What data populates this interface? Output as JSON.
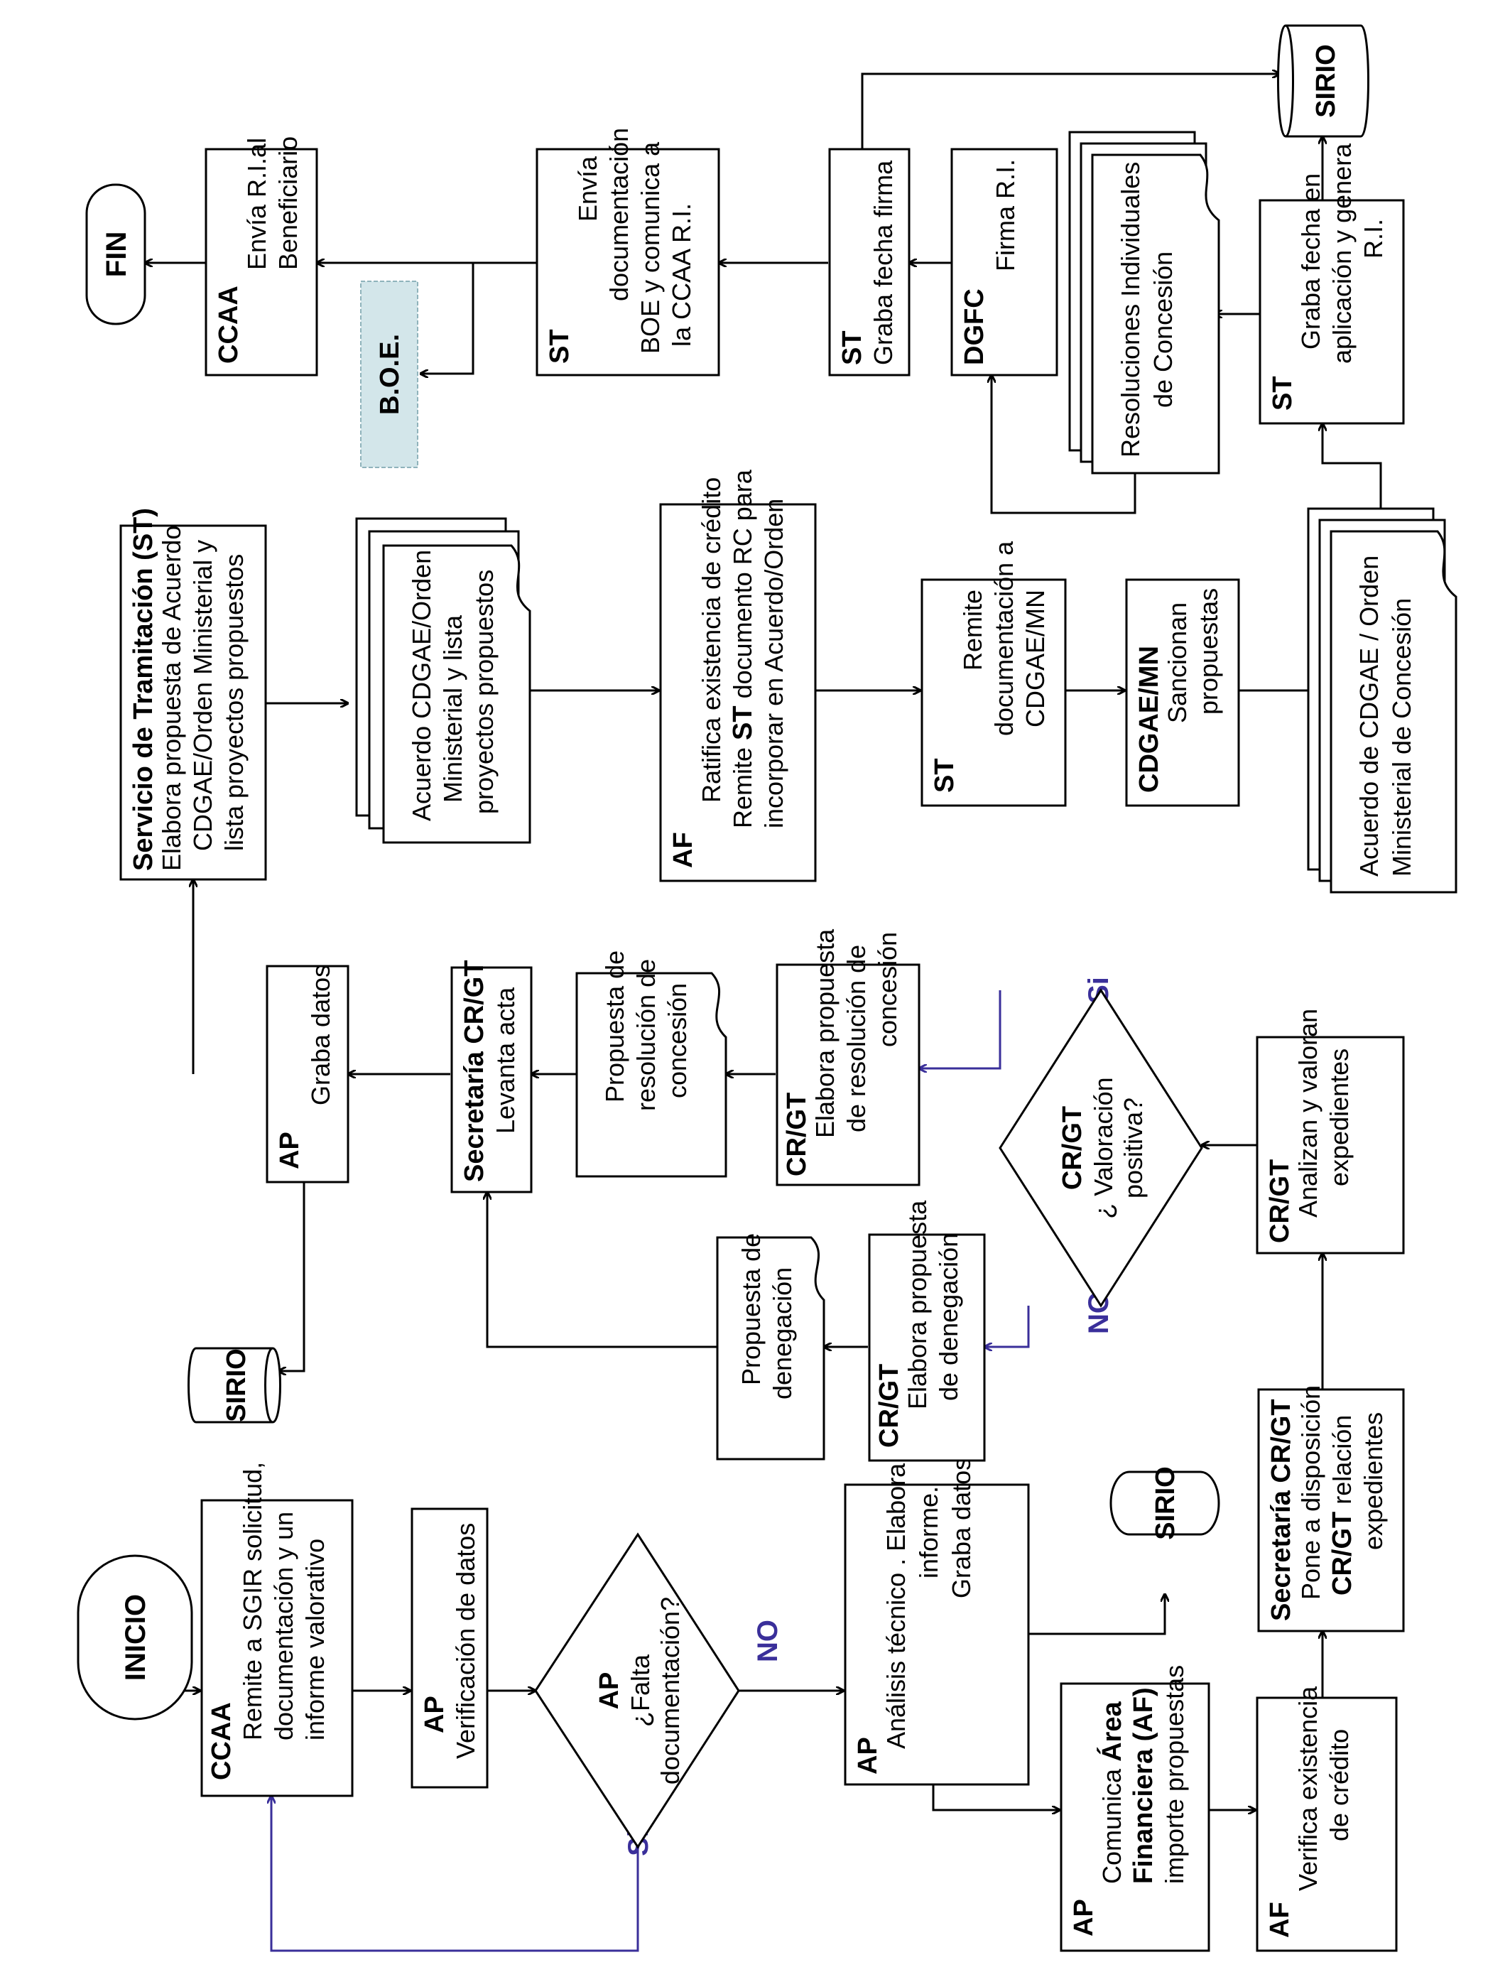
{
  "flowchart": {
    "inicio": "INICIO",
    "fin": "FIN",
    "sirio": "SIRIO",
    "boe": "B.O.E.",
    "si": "Si",
    "no": "NO",
    "ccaa_remite": {
      "role": "CCAA",
      "text": [
        "Remite a SGIR solicitud,",
        "documentación y un",
        "informe valorativo"
      ]
    },
    "ap_verificacion": {
      "role": "AP",
      "text": [
        "Verificación de  datos"
      ]
    },
    "ap_falta": {
      "role": "AP",
      "text": [
        "¿Falta",
        "documentación?"
      ]
    },
    "ap_analisis": {
      "role": "AP",
      "text": [
        "Análisis técnico . Elabora",
        "informe.",
        "Graba datos."
      ]
    },
    "ap_comunica": {
      "role": "AP",
      "line1": "Comunica",
      "bold1": "Área",
      "bold2": "Financiera (AF)",
      "line3": "importe propuestas"
    },
    "af_verifica": {
      "role": "AF",
      "text": [
        "Verifica existencia",
        "de crédito"
      ]
    },
    "sec_pone": {
      "role": "Secretaría CR/GT",
      "line1": "Pone a disposición",
      "bold": "CR/GT",
      "line2rest": " relación",
      "line3": "expedientes"
    },
    "cr_analizan": {
      "role": "CR/GT",
      "text": [
        "Analizan y valoran",
        "expedientes"
      ]
    },
    "cr_valoracion": {
      "role": "CR/GT",
      "text": [
        "¿ Valoración",
        "positiva?"
      ]
    },
    "cr_elabora_den": {
      "role": "CR/GT",
      "text": [
        "Elabora propuesta",
        "de denegación"
      ]
    },
    "doc_denegacion": {
      "text": [
        "Propuesta de",
        "denegación"
      ]
    },
    "cr_elabora_res": {
      "role": "CR/GT",
      "text": [
        "Elabora propuesta",
        "de resolución de",
        "concesión"
      ]
    },
    "doc_resolucion": {
      "text": [
        "Propuesta de",
        "resolución de",
        "concesión"
      ]
    },
    "sec_levanta": {
      "role": "Secretaría CR/GT",
      "text": [
        "Levanta acta"
      ]
    },
    "ap_graba": {
      "role": "AP",
      "text": [
        "Graba datos"
      ]
    },
    "st_servicio": {
      "role": "Servicio de Tramitación  (ST)",
      "text": [
        "Elabora propuesta de Acuerdo",
        "CDGAE/Orden Ministerial  y",
        "lista proyectos propuestos"
      ]
    },
    "doc_acuerdo1": {
      "text": [
        "Acuerdo CDGAE/Orden",
        "Ministerial y lista",
        "proyectos propuestos"
      ]
    },
    "af_ratifica": {
      "role": "AF",
      "line1": "Ratifica existencia de crédito",
      "line2a": "Remite ",
      "line2b": "ST",
      "line2c": " documento RC para",
      "line3": "incorporar en Acuerdo/Orden"
    },
    "st_remite": {
      "role": "ST",
      "text": [
        "Remite",
        "documentación a",
        "CDGAE/MN"
      ]
    },
    "cdgae_sancionan": {
      "role": "CDGAE/MN",
      "text": [
        "Sancionan",
        "propuestas"
      ]
    },
    "doc_acuerdo2": {
      "text": [
        "Acuerdo de CDGAE / Orden",
        "Ministerial de Concesión"
      ]
    },
    "st_graba_aplic": {
      "role": "ST",
      "text": [
        "Graba fecha en",
        "aplicación y genera",
        "R.I."
      ]
    },
    "doc_resoluciones": {
      "text": [
        "Resoluciones Individuales",
        "de Concesión"
      ]
    },
    "dgfc_firma": {
      "role": "DGFC",
      "text": [
        "Firma R.I."
      ]
    },
    "st_graba_firma": {
      "role": "ST",
      "text": [
        "Graba fecha firma"
      ]
    },
    "st_envia": {
      "role": "ST",
      "text": [
        "Envía",
        "documentación",
        "BOE  y comunica a",
        "la CCAA  R.I."
      ]
    },
    "ccaa_envia": {
      "role": "CCAA",
      "text": [
        "Envía R.I.al",
        "Beneficiario"
      ]
    }
  }
}
